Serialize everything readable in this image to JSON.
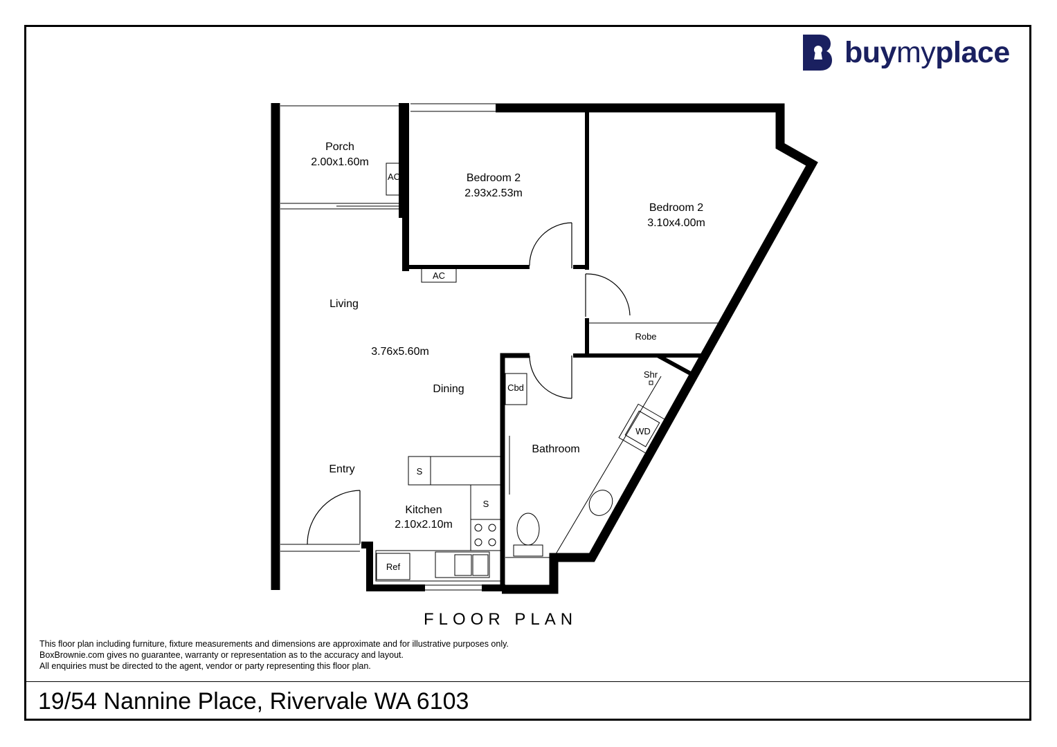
{
  "brand": {
    "name_part1": "buy",
    "name_part2": "my",
    "name_part3": "place",
    "color": "#1a2060"
  },
  "rooms": {
    "porch": {
      "name": "Porch",
      "dims": "2.00x1.60m"
    },
    "bedroom_a": {
      "name": "Bedroom 2",
      "dims": "2.93x2.53m"
    },
    "bedroom_b": {
      "name": "Bedroom 2",
      "dims": "3.10x4.00m"
    },
    "living": {
      "name": "Living"
    },
    "living_dims": "3.76x5.60m",
    "dining": {
      "name": "Dining"
    },
    "entry": {
      "name": "Entry"
    },
    "kitchen": {
      "name": "Kitchen",
      "dims": "2.10x2.10m"
    },
    "bathroom": {
      "name": "Bathroom"
    },
    "robe": {
      "name": "Robe"
    }
  },
  "fixtures": {
    "ac_porch": "AC",
    "ac_living": "AC",
    "cbd": "Cbd",
    "shr": "Shr",
    "wd": "WD",
    "s1": "S",
    "s2": "S",
    "ref": "Ref"
  },
  "floor_plan_title": "FLOOR PLAN",
  "disclaimer": [
    "This floor plan including furniture, fixture measurements and dimensions are approximate and for illustrative purposes only.",
    "BoxBrownie.com gives no guarantee, warranty or representation as to the accuracy and layout.",
    "All enquiries must be directed to the agent, vendor or party representing this floor plan."
  ],
  "address": "19/54 Nannine Place, Rivervale WA 6103"
}
